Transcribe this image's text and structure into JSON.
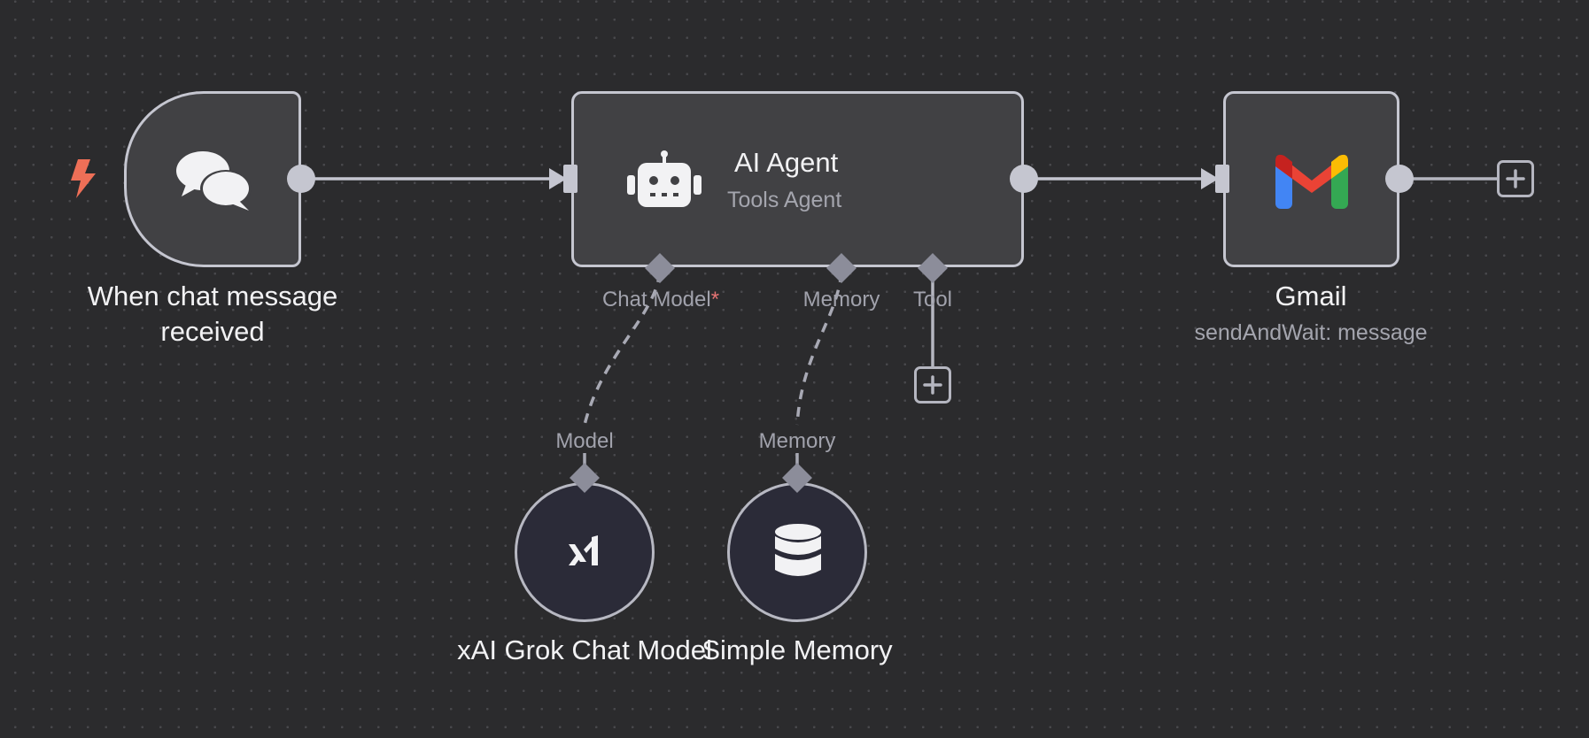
{
  "nodes": {
    "chat_trigger": {
      "label": "When chat message received"
    },
    "ai_agent": {
      "title": "AI Agent",
      "subtitle": "Tools Agent"
    },
    "gmail": {
      "title": "Gmail",
      "subtitle": "sendAndWait: message"
    },
    "xai_model": {
      "label": "xAI Grok Chat Model"
    },
    "simple_memory": {
      "label": "Simple Memory"
    }
  },
  "handles": {
    "chat_model": "Chat Model",
    "chat_model_required": "*",
    "memory": "Memory",
    "tool": "Tool",
    "model_input": "Model",
    "memory_input": "Memory"
  },
  "icons": {
    "trigger": "lightning-bolt-icon",
    "chat": "chat-bubbles-icon",
    "agent": "robot-icon",
    "gmail": "gmail-logo-icon",
    "xai": "xai-logo-icon",
    "memory": "database-icon",
    "add": "plus-icon"
  },
  "colors": {
    "background": "#2b2b2d",
    "node_fill": "#414144",
    "node_border": "#c5c6d0",
    "trigger_bolt": "#ee6f57",
    "required": "#e57373"
  }
}
